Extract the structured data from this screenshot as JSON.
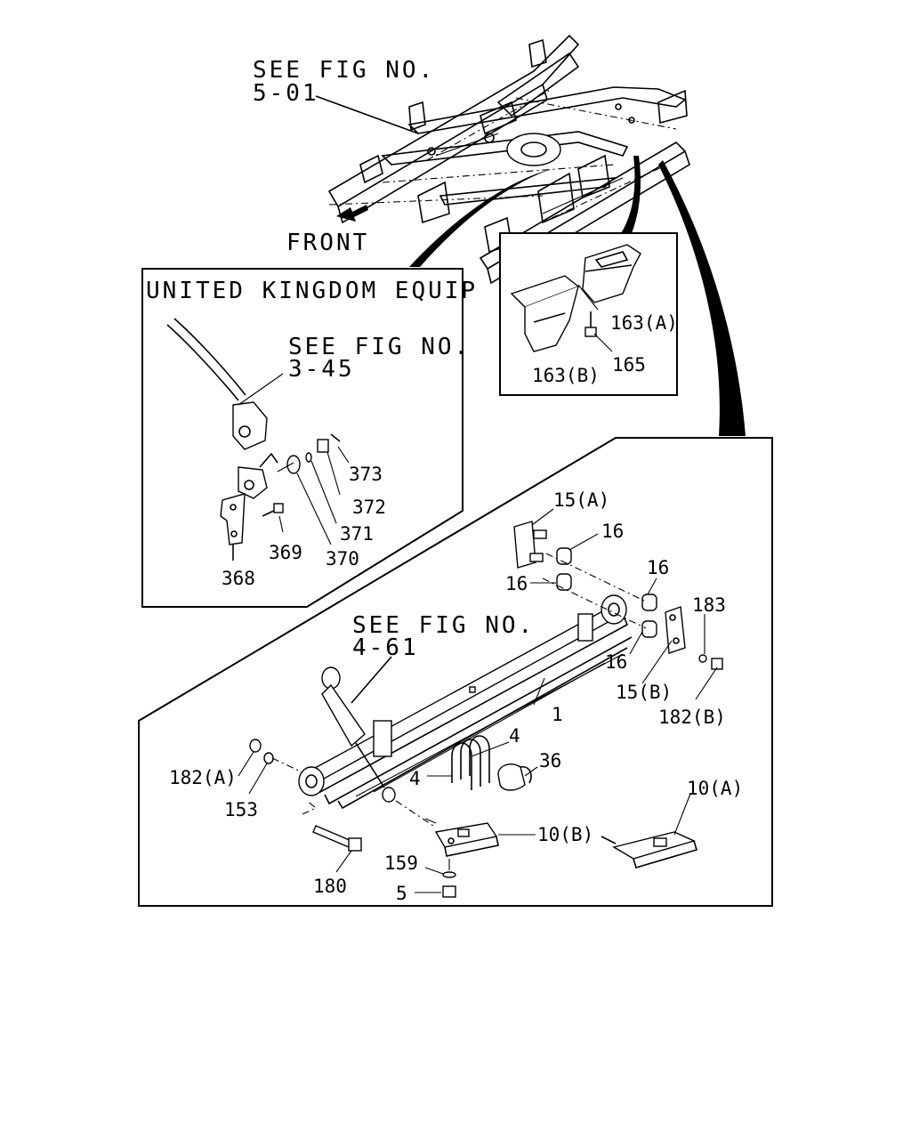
{
  "refs": {
    "frame_ref_1": "SEE FIG NO.",
    "frame_ref_2": "5-01",
    "front": "FRONT",
    "uk_title": "UNITED KINGDOM EQUIP",
    "uk_ref_1": "SEE FIG NO.",
    "uk_ref_2": "3-45",
    "spring_ref_1": "SEE FIG NO.",
    "spring_ref_2": "4-61"
  },
  "callouts": {
    "p163a": "163(A)",
    "p163b": "163(B)",
    "p165": "165",
    "p373": "373",
    "p372": "372",
    "p371": "371",
    "p370": "370",
    "p369": "369",
    "p368": "368",
    "p15a": "15(A)",
    "p16a": "16",
    "p16b": "16",
    "p16c": "16",
    "p16d": "16",
    "p183": "183",
    "p15b": "15(B)",
    "p182b": "182(B)",
    "p1": "1",
    "p4a": "4",
    "p4b": "4",
    "p36": "36",
    "p182a": "182(A)",
    "p153": "153",
    "p10a": "10(A)",
    "p10b": "10(B)",
    "p159": "159",
    "p5": "5",
    "p180": "180"
  }
}
